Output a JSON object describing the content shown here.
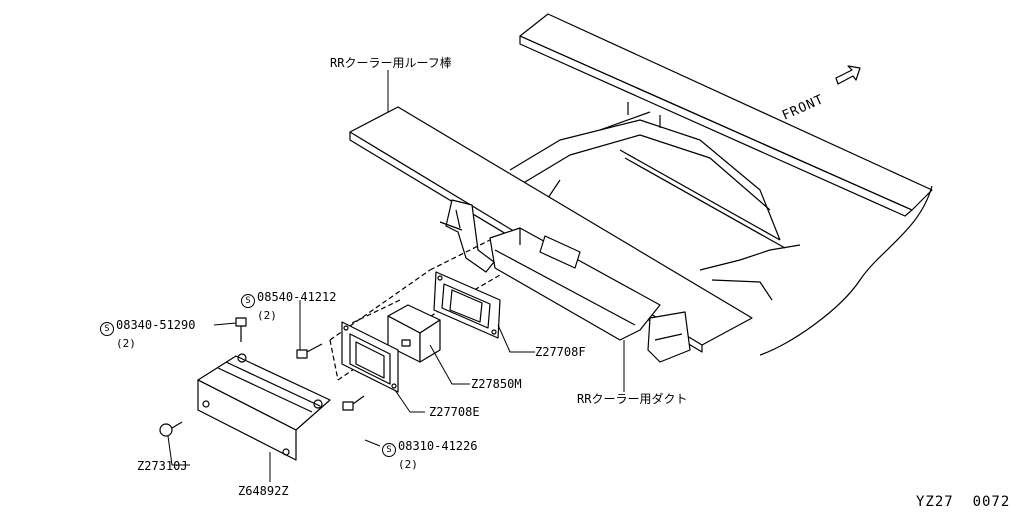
{
  "callouts": {
    "roof_label": "RRクーラー用ルーフ棒",
    "front": "FRONT",
    "duct": "RRクーラー用ダクト",
    "z27708f": "Z27708F",
    "z27850m": "Z27850M",
    "z27708e": "Z27708E",
    "z27310j": "Z27310J",
    "z64892z": "Z64892Z",
    "bolt_top": {
      "symbol": "S",
      "part": "08540-41212",
      "qty": "(2)"
    },
    "bolt_left": {
      "symbol": "S",
      "part": "08340-51290",
      "qty": "(2)"
    },
    "bolt_bottom": {
      "symbol": "S",
      "part": "08310-41226",
      "qty": "(2)"
    }
  },
  "footer": {
    "code": "YZ27  0072"
  }
}
